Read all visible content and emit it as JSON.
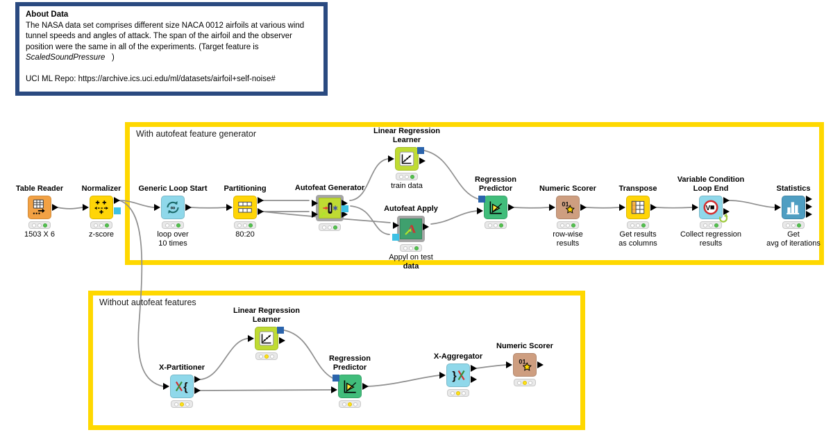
{
  "about_box": {
    "title": "About Data",
    "body": "The NASA data set comprises different size NACA 0012 airfoils at various wind tunnel speeds and angles of attack. The span of the airfoil and the observer position were the same in all of the experiments. (Target feature is",
    "target_feature": "ScaledSoundPressure",
    "body_suffix": "   )",
    "repo_line": "UCI ML Repo: https://archive.ics.uci.edu/ml/datasets/airfoil+self-noise#",
    "border_color": "#2A4A80"
  },
  "groups": {
    "with_autofeat": {
      "label": "With autofeat feature generator",
      "border_color": "#FFD800"
    },
    "without_autofeat": {
      "label": "Without autofeat features",
      "border_color": "#FFD800"
    }
  },
  "nodes": [
    {
      "title": "Table Reader",
      "annotation": "1503 X 6",
      "state": "green"
    },
    {
      "title": "Normalizer",
      "annotation": "z-score",
      "state": "green"
    },
    {
      "title": "Generic Loop Start",
      "annotation": "loop over\n10 times",
      "state": "green"
    },
    {
      "title": "Partitioning",
      "annotation": "80:20",
      "state": "green"
    },
    {
      "title": "Autofeat Generator",
      "annotation": "",
      "state": "green"
    },
    {
      "title": "Linear Regression\nLearner",
      "annotation": "train data",
      "state": "green"
    },
    {
      "title": "Autofeat Apply",
      "annotation": "Appyl on test",
      "annotation_line2": "data",
      "state": "green"
    },
    {
      "title": "Regression\nPredictor",
      "annotation": "",
      "state": "green"
    },
    {
      "title": "Numeric Scorer",
      "annotation": "row-wise\nresults",
      "state": "green"
    },
    {
      "title": "Transpose",
      "annotation": "Get results\nas columns",
      "state": "green"
    },
    {
      "title": "Variable Condition\nLoop End",
      "annotation": "Collect regression\nresults",
      "state": "green"
    },
    {
      "title": "Statistics",
      "annotation": "Get\navg of iterations",
      "state": "green"
    },
    {
      "title": "X-Partitioner",
      "annotation": "",
      "state": "yellow"
    },
    {
      "title": "Linear Regression\nLearner",
      "annotation": "",
      "state": "yellow"
    },
    {
      "title": "Regression\nPredictor",
      "annotation": "",
      "state": "yellow"
    },
    {
      "title": "X-Aggregator",
      "annotation": "",
      "state": "yellow"
    },
    {
      "title": "Numeric Scorer",
      "annotation": "",
      "state": "yellow"
    }
  ],
  "colors": {
    "group_border": "#FFD800",
    "about_border": "#2A4A80",
    "wire": "#8F8F8F",
    "node_orange": "#F2A144",
    "node_yellow": "#FFD507",
    "node_cyan": "#8FD8EA",
    "node_lime": "#BFDB33",
    "node_green": "#41BD7B",
    "node_tan": "#CE9E80",
    "node_blue": "#4F9EC2",
    "model_port_blue": "#2B64AC",
    "model_port_cyan": "#3FC1E4",
    "status_green": "#53C24E",
    "status_yellow": "#FFE219"
  }
}
